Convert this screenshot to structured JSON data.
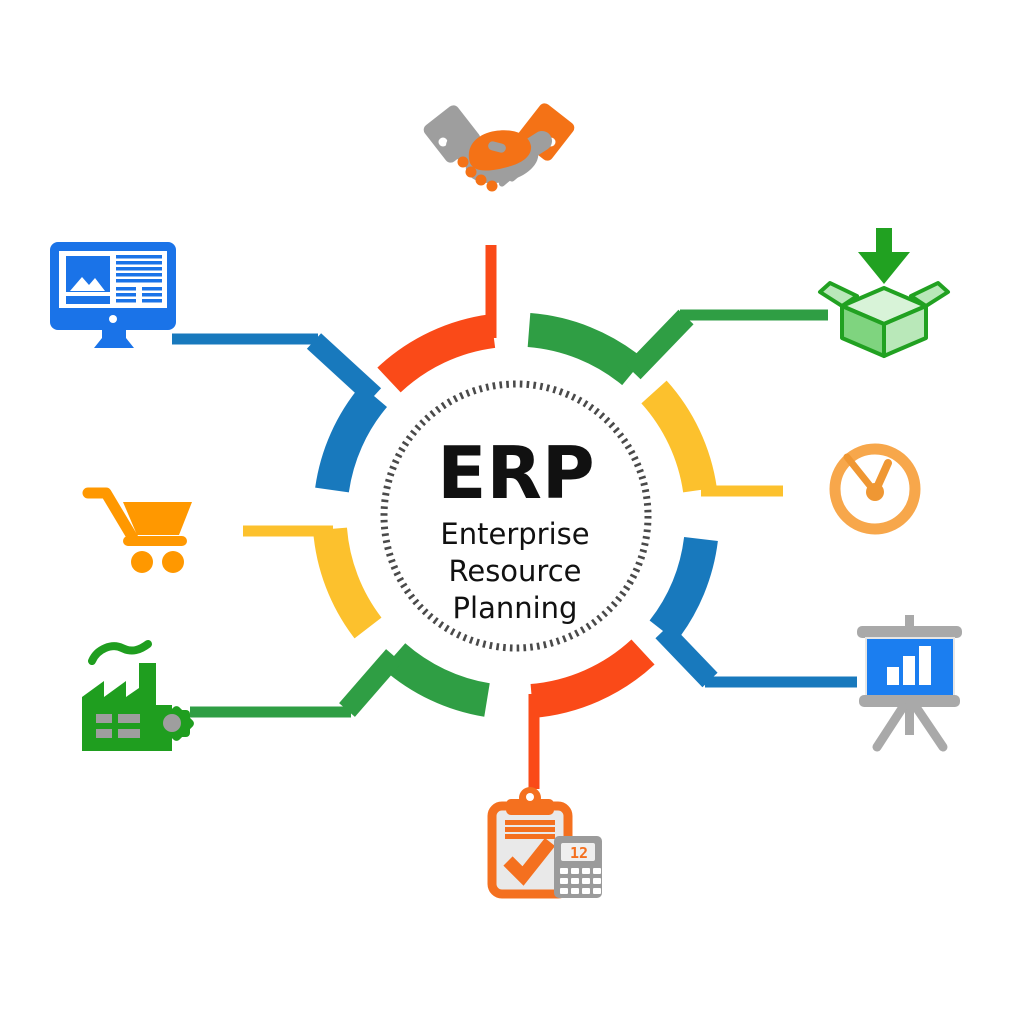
{
  "diagram": {
    "center": {
      "title": "ERP",
      "subtitle_lines": [
        "Enterprise",
        "Resource",
        "Planning"
      ]
    },
    "calculator_display": "12",
    "nodes": [
      {
        "icon": "handshake-icon",
        "position": "top",
        "arc_color": "#FA4A18"
      },
      {
        "icon": "box-down-arrow-icon",
        "position": "top-right",
        "arc_color": "#2F9E44"
      },
      {
        "icon": "clock-icon",
        "position": "right",
        "arc_color": "#FCC12D"
      },
      {
        "icon": "presentation-chart-icon",
        "position": "bottom-right",
        "arc_color": "#1879BD"
      },
      {
        "icon": "clipboard-calculator-icon",
        "position": "bottom",
        "arc_color": "#FA4A18"
      },
      {
        "icon": "factory-icon",
        "position": "bottom-left",
        "arc_color": "#2F9E44"
      },
      {
        "icon": "shopping-cart-icon",
        "position": "left",
        "arc_color": "#FCC12D"
      },
      {
        "icon": "computer-monitor-icon",
        "position": "top-left",
        "arc_color": "#1879BD"
      }
    ],
    "palette": {
      "orange_red": "#FA4A18",
      "orange": "#F47216",
      "amber": "#FF9800",
      "yellow": "#FCC12D",
      "green_arc": "#2F9E44",
      "green_icon": "#1F9E1F",
      "green_box": "#21A121",
      "blue_arc": "#1879BD",
      "blue_icon": "#1A73E8",
      "blue_screen": "#1B7EF0",
      "gray": "#9E9E9E",
      "clock_ring": "#F7A74B",
      "dotted_ring": "#4A4A4A"
    }
  }
}
